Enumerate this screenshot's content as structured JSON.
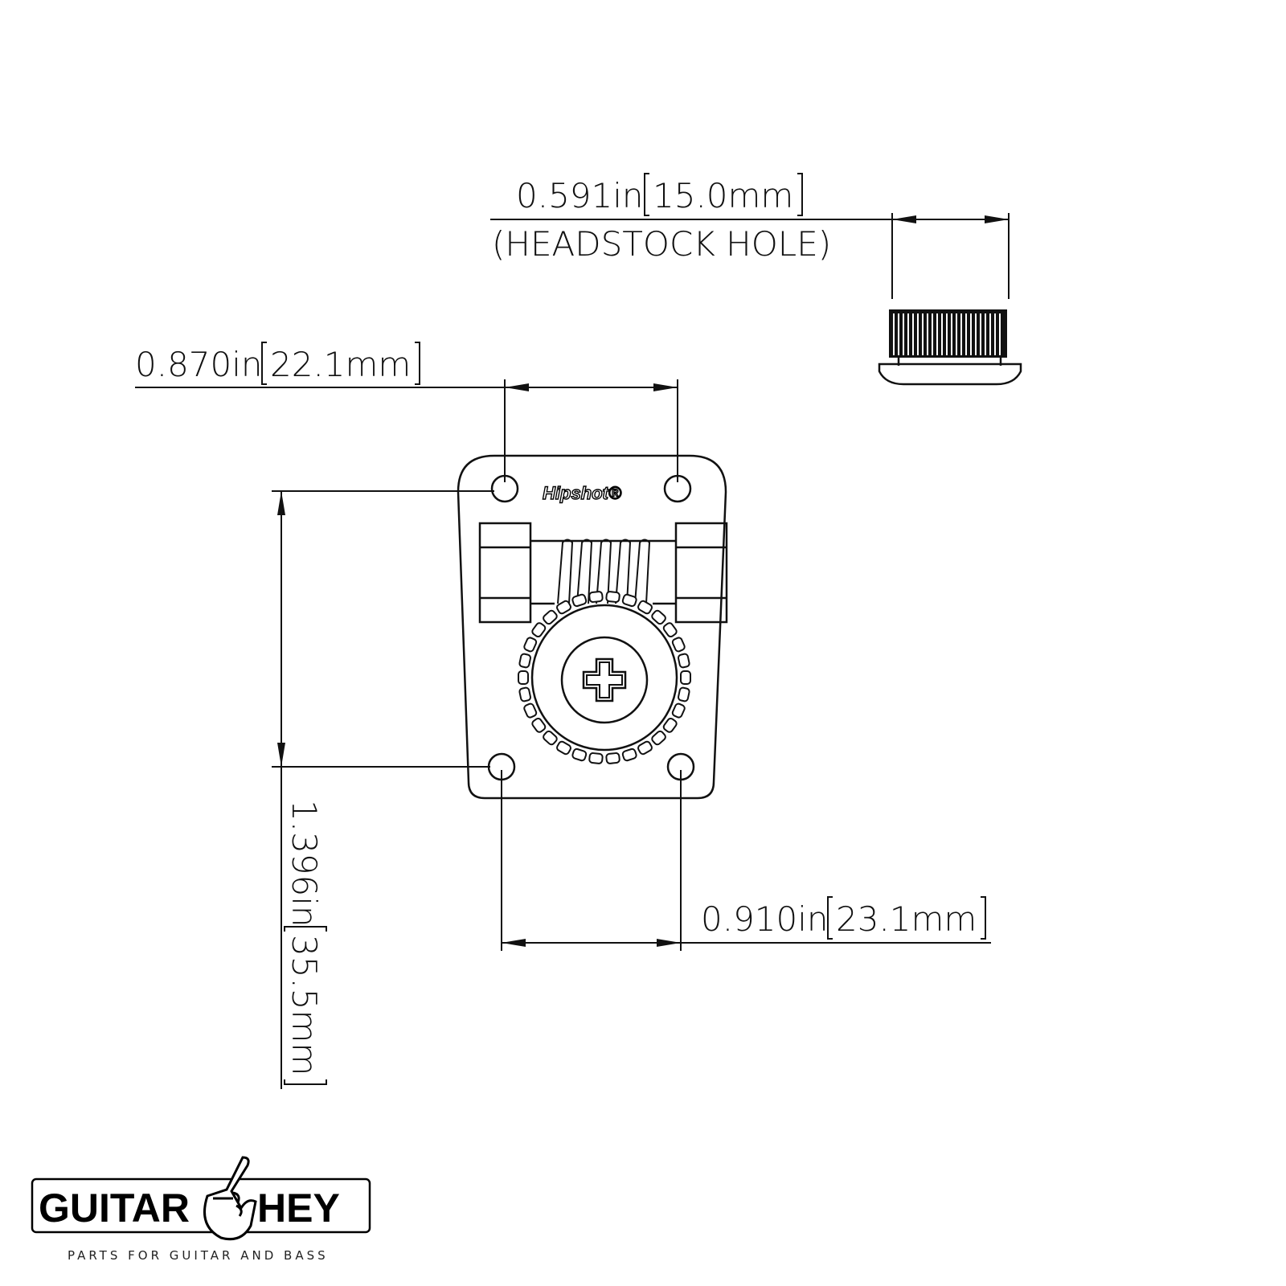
{
  "dimensions": {
    "headstock_hole": {
      "value": "0.591in",
      "metric": "15.0mm",
      "note": "(HEADSTOCK HOLE)"
    },
    "top_hole_spacing": {
      "value": "0.870in",
      "metric": "22.1mm"
    },
    "bottom_hole_spacing": {
      "value": "0.910in",
      "metric": "23.1mm"
    },
    "vertical_hole_spacing": {
      "value": "1.396in",
      "metric": "35.5mm"
    }
  },
  "part": {
    "brand_mark": "Hipshot®"
  },
  "logo": {
    "left": "GUITAR",
    "right": "HEY",
    "tagline": "PARTS FOR GUITAR AND BASS"
  },
  "colors": {
    "line": "#111111",
    "background": "#ffffff"
  }
}
